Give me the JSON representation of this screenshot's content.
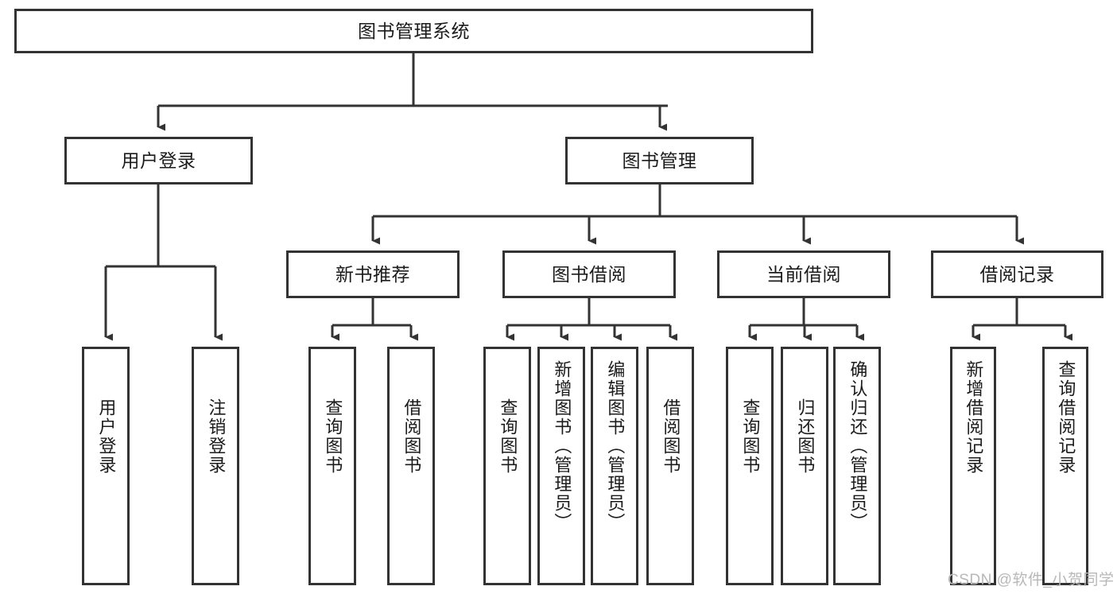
{
  "diagram": {
    "title": "图书管理系统",
    "type": "tree-hierarchy-diagram",
    "colors": {
      "box_border": "#333333",
      "box_fill": "#ffffff",
      "connector": "#333333",
      "text": "#1b1b1b",
      "watermark": "#b8b8b8"
    },
    "root": {
      "label": "图书管理系统"
    },
    "level2": [
      {
        "label": "用户登录"
      },
      {
        "label": "图书管理"
      }
    ],
    "level3": [
      {
        "label": "新书推荐"
      },
      {
        "label": "图书借阅"
      },
      {
        "label": "当前借阅"
      },
      {
        "label": "借阅记录"
      }
    ],
    "leaves": {
      "user_login": [
        {
          "label": "用户登录"
        },
        {
          "label": "注销登录"
        }
      ],
      "new_book_recommend": [
        {
          "label": "查询图书"
        },
        {
          "label": "借阅图书"
        }
      ],
      "book_borrow": [
        {
          "label": "查询图书"
        },
        {
          "label": "新增图书（管理员）"
        },
        {
          "label": "编辑图书（管理员）"
        },
        {
          "label": "借阅图书"
        }
      ],
      "current_borrow": [
        {
          "label": "查询图书"
        },
        {
          "label": "归还图书"
        },
        {
          "label": "确认归还（管理员）"
        }
      ],
      "borrow_record": [
        {
          "label": "新增借阅记录"
        },
        {
          "label": "查询借阅记录"
        }
      ]
    },
    "watermark": "CSDN @软件_小贺同学"
  }
}
